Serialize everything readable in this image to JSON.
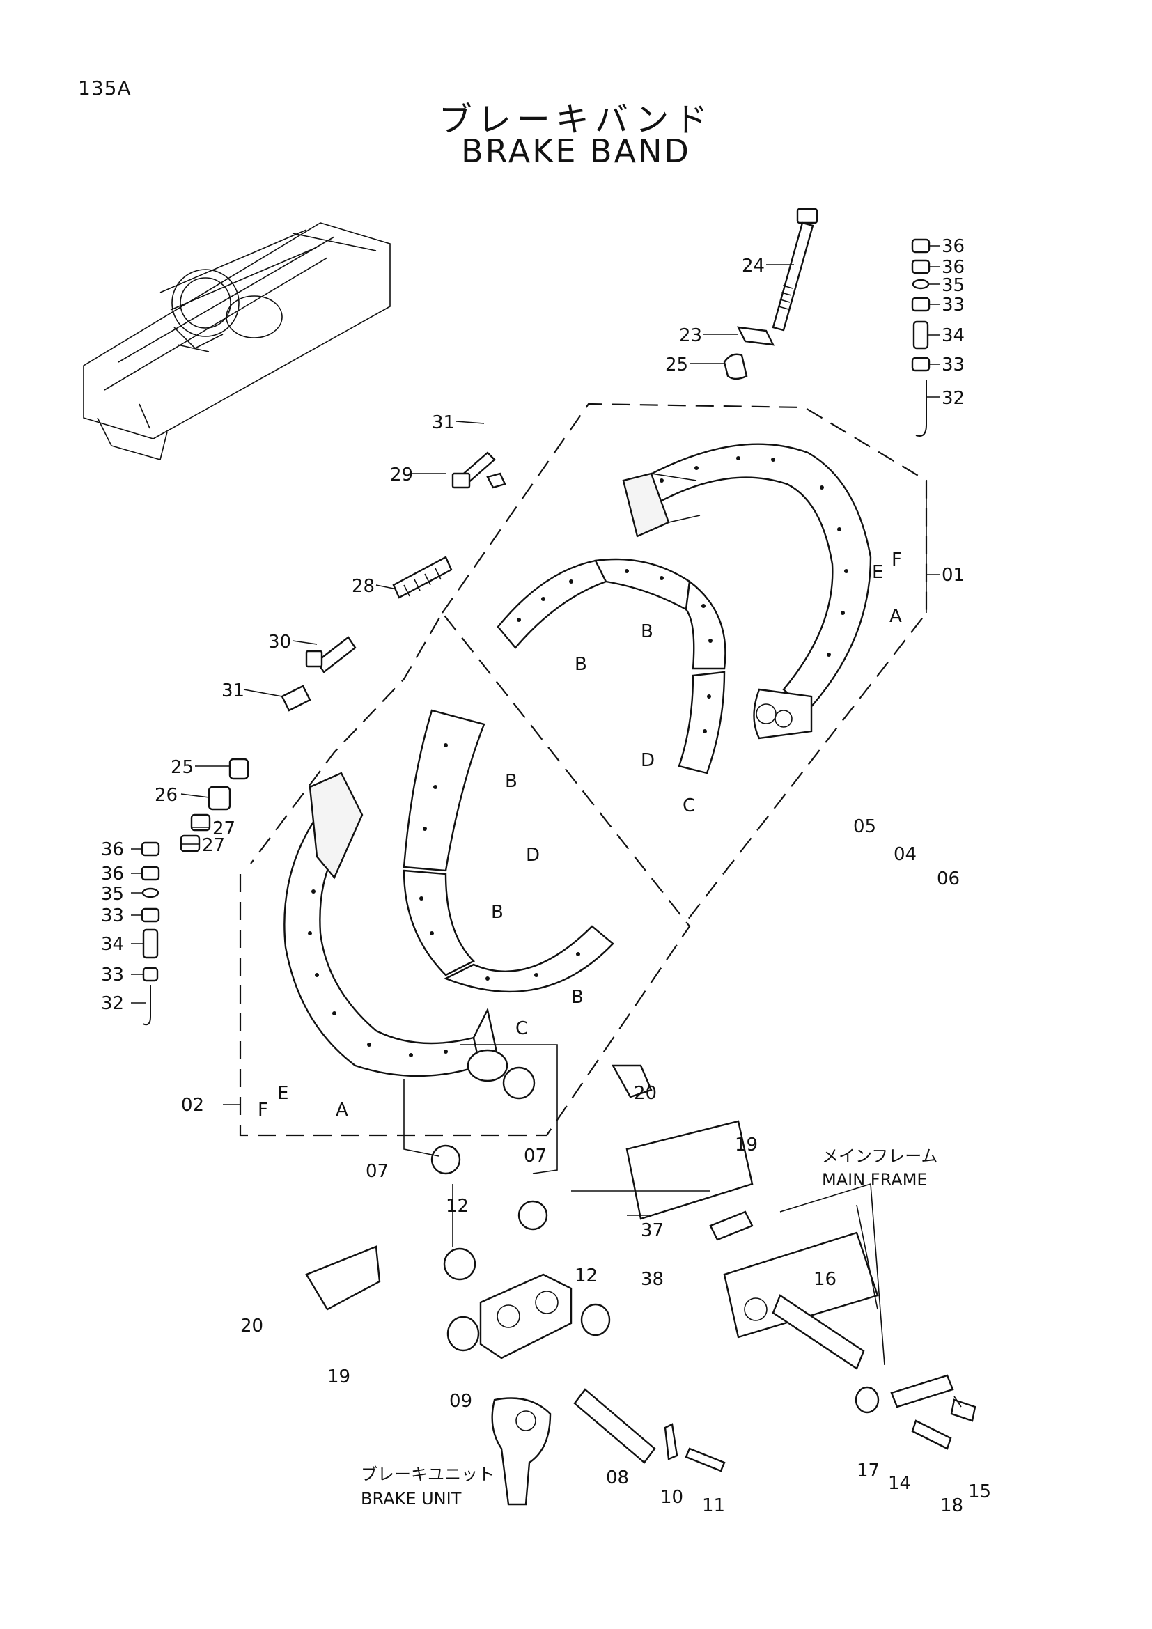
{
  "page_code": "135A",
  "title_jp": "ブレーキバンド",
  "title_en": "BRAKE BAND",
  "notes": {
    "main_frame_jp": "メインフレーム",
    "main_frame_en": "MAIN FRAME",
    "brake_unit_jp": "ブレーキユニット",
    "brake_unit_en": "BRAKE UNIT"
  },
  "part_labels": {
    "p24": "24",
    "p23": "23",
    "p25a": "25",
    "p31a": "31",
    "p29": "29",
    "p28": "28",
    "p30": "30",
    "p31b": "31",
    "p25b": "25",
    "p26": "26",
    "p27a": "27",
    "p27b": "27",
    "p36a": "36",
    "p36b": "36",
    "p35a": "35",
    "p33a": "33",
    "p34a": "34",
    "p33b": "33",
    "p32a": "32",
    "p36c": "36",
    "p36d": "36",
    "p35b": "35",
    "p33c": "33",
    "p34b": "34",
    "p33d": "33",
    "p32b": "32",
    "p01": "01",
    "p02": "02",
    "p04": "04",
    "p05": "05",
    "p06": "06",
    "p07a": "07",
    "p07b": "07",
    "p08": "08",
    "p09": "09",
    "p10": "10",
    "p11": "11",
    "p12a": "12",
    "p12b": "12",
    "p14": "14",
    "p15": "15",
    "p16": "16",
    "p17": "17",
    "p18": "18",
    "p19a": "19",
    "p19b": "19",
    "p20a": "20",
    "p20b": "20",
    "p37": "37",
    "p38": "38"
  },
  "letter_labels": {
    "a1": "A",
    "a2": "A",
    "b1": "B",
    "b2": "B",
    "b3": "B",
    "b4": "B",
    "b5": "B",
    "c1": "C",
    "c2": "C",
    "d1": "D",
    "d2": "D",
    "e1": "E",
    "e2": "E",
    "f1": "F",
    "f2": "F"
  }
}
